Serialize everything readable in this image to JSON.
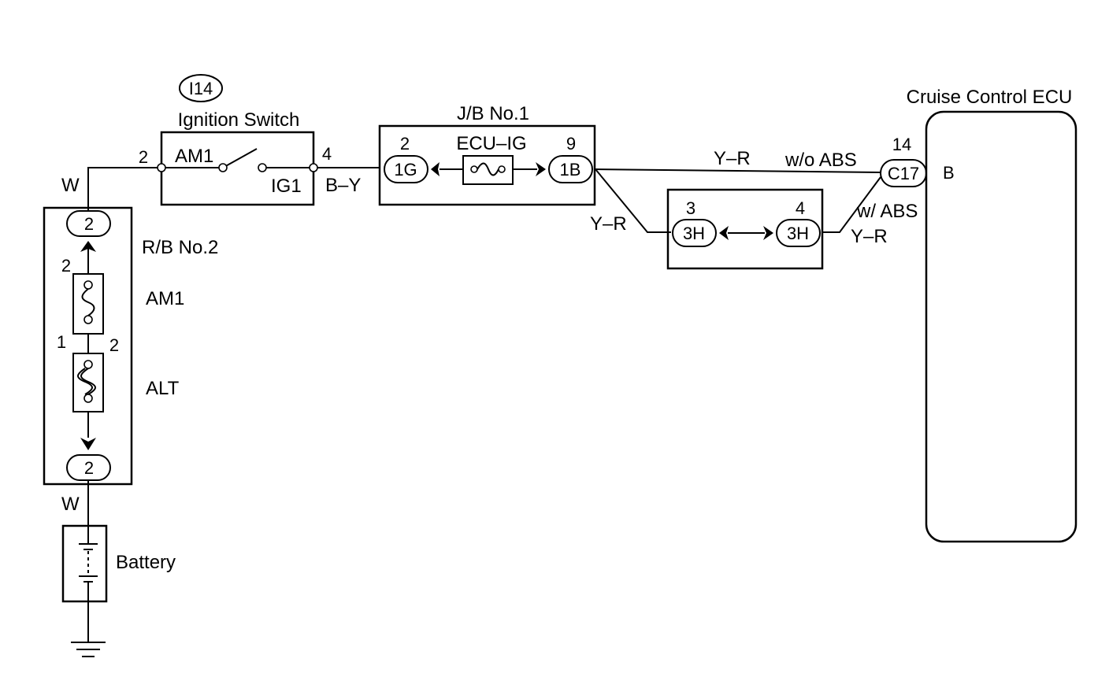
{
  "ignition_switch": {
    "connector_code": "I14",
    "title": "Ignition Switch",
    "pin_in": "2",
    "pin_out": "4",
    "contact_in": "AM1",
    "contact_out": "IG1"
  },
  "relay_block": {
    "title": "R/B No.2",
    "top_connector": "2",
    "bottom_connector": "2",
    "upper_arrow_pin": "2",
    "fuse_am1": {
      "label": "AM1",
      "pin_left": "1",
      "pin_right": "2"
    },
    "fuse_alt": {
      "label": "ALT"
    }
  },
  "junction_block": {
    "title": "J/B No.1",
    "fuse_label": "ECU–IG",
    "left_connector": "1G",
    "left_pin": "2",
    "right_connector": "1B",
    "right_pin": "9"
  },
  "abs_junction": {
    "left_connector": "3H",
    "left_pin": "3",
    "right_connector": "3H",
    "right_pin": "4"
  },
  "ecu": {
    "title": "Cruise Control ECU",
    "connector": "C17",
    "pin": "14",
    "terminal": "B"
  },
  "wires": {
    "battery_to_rb": "W",
    "rb_to_battery": "W",
    "ign_to_jb": "B–Y",
    "jb_to_ecu": "Y–R",
    "jb_to_3h": "Y–R",
    "3h_to_ecu": "Y–R",
    "variant_without_abs": "w/o ABS",
    "variant_with_abs": "w/ ABS"
  },
  "battery": {
    "label": "Battery"
  }
}
